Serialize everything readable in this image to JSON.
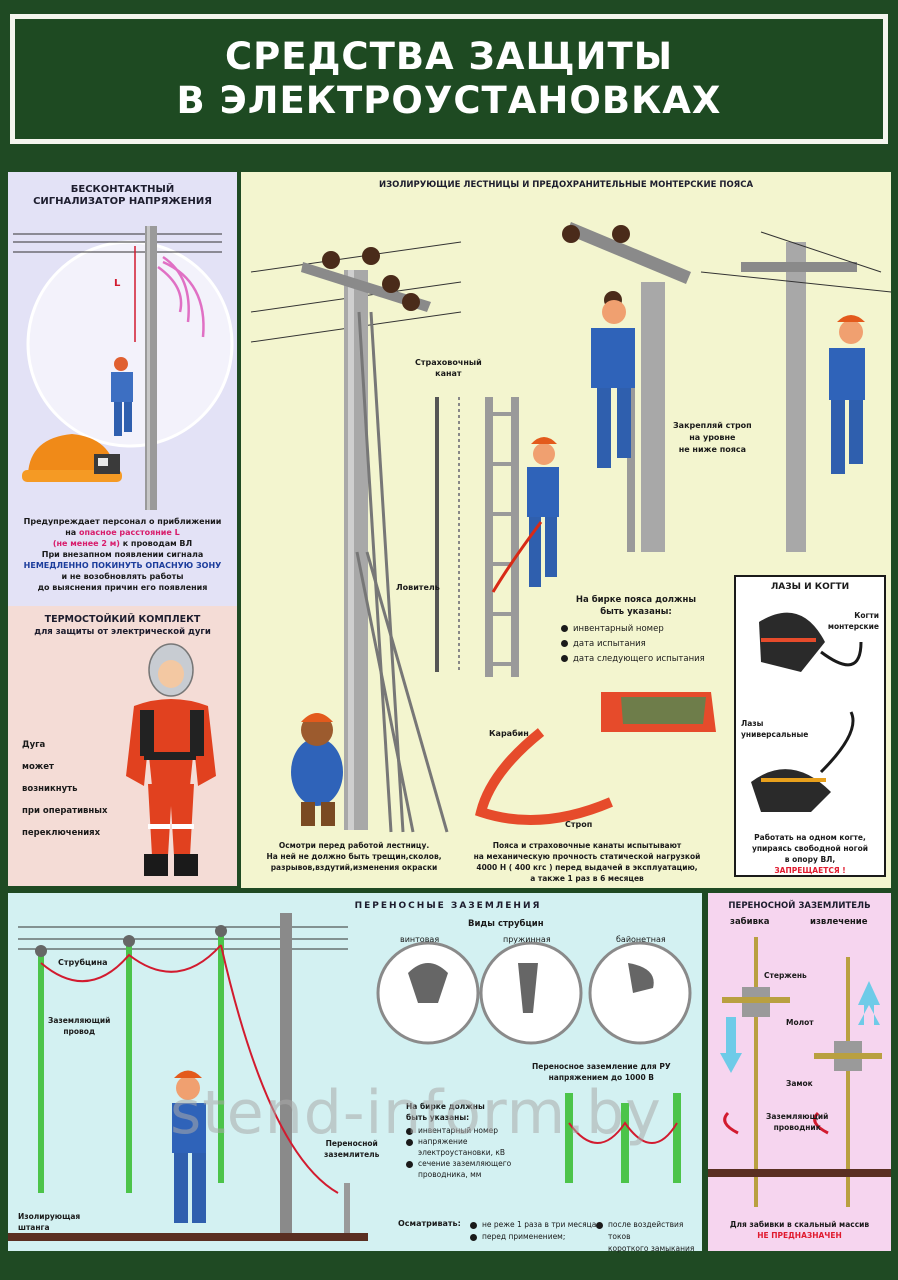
{
  "header": {
    "line1": "СРЕДСТВА ЗАЩИТЫ",
    "line2": "В ЭЛЕКТРОУСТАНОВКАХ"
  },
  "detector": {
    "title1": "БЕСКОНТАКТНЫЙ",
    "title2": "СИГНАЛИЗАТОР НАПРЯЖЕНИЯ",
    "l_label": "L",
    "warn1": "Предупреждает персонал о приближении",
    "warn2_pre": "на ",
    "warn2_red": "опасное расстояние L",
    "warn3_red": "(не менее 2 м)",
    "warn3_post": " к проводам ВЛ",
    "warn4": "При внезапном появлении сигнала",
    "warn5_blue": "НЕМЕДЛЕННО ПОКИНУТЬ ОПАСНУЮ ЗОНУ",
    "warn6": "и не возобновлять работы",
    "warn7": "до выяснения причин его появления"
  },
  "thermal": {
    "title1": "ТЕРМОСТОЙКИЙ КОМПЛЕКТ",
    "title2": "для защиты от электрической дуги",
    "lines": [
      "Дуга",
      "может",
      "возникнуть",
      "при оперативных",
      "переключениях"
    ]
  },
  "ladders": {
    "title": "ИЗОЛИРУЮЩИЕ ЛЕСТНИЦЫ И ПРЕДОХРАНИТЕЛЬНЫЕ МОНТЕРСКИЕ ПОЯСА",
    "rope1": "Страховочный",
    "rope2": "канат",
    "catcher": "Ловитель",
    "fasten1": "Закрепляй строп",
    "fasten2": "на уровне",
    "fasten3": "не ниже пояса",
    "tag1": "На бирке пояса должны",
    "tag2": "быть указаны:",
    "tag_items": [
      "инвентарный номер",
      "дата испытания",
      "дата следующего испытания"
    ],
    "carabiner": "Карабин",
    "strop": "Строп",
    "inspect1": "Осмотри перед работой лестницу.",
    "inspect2": "На ней не должно быть трещин,сколов,",
    "inspect3": "разрывов,вздутий,изменения окраски",
    "test1": "Пояса и страховочные канаты испытывают",
    "test2": "на механическую прочность статической нагрузкой",
    "test3": "4000 Н ( 400 кгс ) перед выдачей в эксплуатацию,",
    "test4": "а также 1 раз в 6 месяцев"
  },
  "claws": {
    "title": "ЛАЗЫ И КОГТИ",
    "claw1": "Когти",
    "claw2": "монтерские",
    "laz1": "Лазы",
    "laz2": "универсальные",
    "note1": "Работать на одном когте,",
    "note2": "упираясь свободной ногой",
    "note3": "в опору ВЛ,",
    "note4": "ЗАПРЕЩАЕТСЯ !"
  },
  "grounding": {
    "title": "ПЕРЕНОСНЫЕ ЗАЗЕМЛЕНИЯ",
    "clamp_label": "Струбцина",
    "wire1": "Заземляющий",
    "wire2": "провод",
    "rod1": "Изолирующая",
    "rod2": "штанга",
    "portable1": "Переносной",
    "portable2": "заземлитель",
    "types_title": "Виды струбцин",
    "types": [
      "винтовая",
      "пружинная",
      "байонетная"
    ],
    "ru1": "Переносное заземление для РУ",
    "ru2": "напряжением до 1000 В",
    "tag1": "На бирке должны",
    "tag2": "быть указаны:",
    "tag_items": [
      "инвентарный номер",
      "напряжение электроустановки, кВ",
      "сечение заземляющего проводника, мм"
    ],
    "inspect_label": "Осматривать:",
    "inspect_items": [
      "не реже 1 раза в три месяца;",
      "перед применением;",
      "после воздействия токов",
      "короткого замыкания"
    ]
  },
  "earth": {
    "title": "ПЕРЕНОСНОЙ ЗАЗЕМЛИТЕЛЬ",
    "col1": "забивка",
    "col2": "извлечение",
    "rod": "Стержень",
    "hammer": "Молот",
    "lock": "Замок",
    "cond1": "Заземляющий",
    "cond2": "проводник",
    "note1": "Для забивки в скальный массив",
    "note2": "НЕ ПРЕДНАЗНАЧЕН"
  },
  "watermark": "stend-inform.by",
  "colors": {
    "frame": "#1f4a23",
    "detector_bg": "#e3e2f6",
    "thermal_bg": "#f4dcd6",
    "ladder_bg": "#f3f5cf",
    "ground_bg": "#d3f1f2",
    "earth_bg": "#f6d5ef",
    "alert": "#e01a2e"
  }
}
